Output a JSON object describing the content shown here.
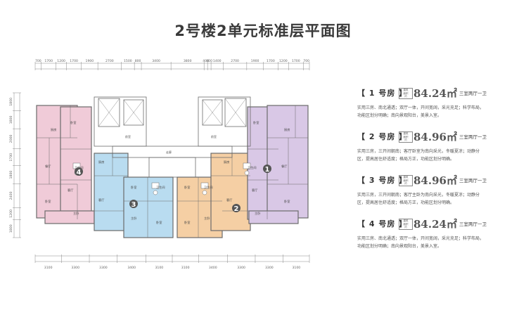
{
  "title": "2号楼2单元标准层平面图",
  "area_badge": [
    "建筑",
    "面积",
    "约"
  ],
  "dims_top": [
    "700",
    "1700",
    "1200",
    "1700",
    "1900",
    "2700",
    "1500",
    "800",
    "3400",
    "3800",
    "400",
    "400",
    "1400",
    "2700",
    "1900",
    "1700",
    "1200",
    "1700",
    "700"
  ],
  "dims_bottom": [
    "3100",
    "3300",
    "3300",
    "3400",
    "3100",
    "3100",
    "3400",
    "3300",
    "3300",
    "3100"
  ],
  "dims_left": [
    "1800",
    "1800",
    "2000",
    "1700",
    "1800",
    "2400",
    "1200",
    "1800"
  ],
  "rooms": {
    "bedroom": "卧室",
    "master": "主卧",
    "living": "客厅",
    "dining": "餐厅",
    "kitchen": "厨房",
    "bath": "卫生间",
    "balcony": "阳台",
    "corridor": "前室",
    "lobby": "走廊"
  },
  "units": [
    {
      "name": "【 1 号房 】",
      "area": "84.24㎡",
      "layout": "三室两厅一卫",
      "desc": [
        "实用三房、南北通透；双厅一体，开间宽阔，采光充足；科学布局，",
        "功能区划分明确；南向景观阳台，美景入室。"
      ],
      "plan_label": "1",
      "color": "#d9c8e6"
    },
    {
      "name": "【 2 号房 】",
      "area": "84.96㎡",
      "layout": "三室两厅一卫",
      "desc": [
        "实用三房，三开间朝南；客厅卧室为南向采光，冬暖夏凉；动静分",
        "区，提高居住舒适度；格局方正，功能区划分明确。"
      ],
      "plan_label": "2",
      "color": "#f5cfa4"
    },
    {
      "name": "【 3 号房 】",
      "area": "84.96㎡",
      "layout": "三室两厅一卫",
      "desc": [
        "实用三房，三开间朝南；客厅主卧为南向采光，冬暖夏凉；动静分",
        "区，提高居住舒适度；格局方正，功能区划分明确。"
      ],
      "plan_label": "3",
      "color": "#b9dcf0"
    },
    {
      "name": "【 4 号房 】",
      "area": "84.24㎡",
      "layout": "三室两厅一卫",
      "desc": [
        "实用三房、南北通透；双厅一体，开间宽阔，采光充足；科学布局，",
        "功能区划分明确；南向景观阳台，美景入室。"
      ],
      "plan_label": "4",
      "color": "#f0cbd8"
    }
  ],
  "colors": {
    "title": "#3a3a3a",
    "wall": "#6b6b6b",
    "dim": "#888888",
    "badge": "#8a8a8a"
  }
}
